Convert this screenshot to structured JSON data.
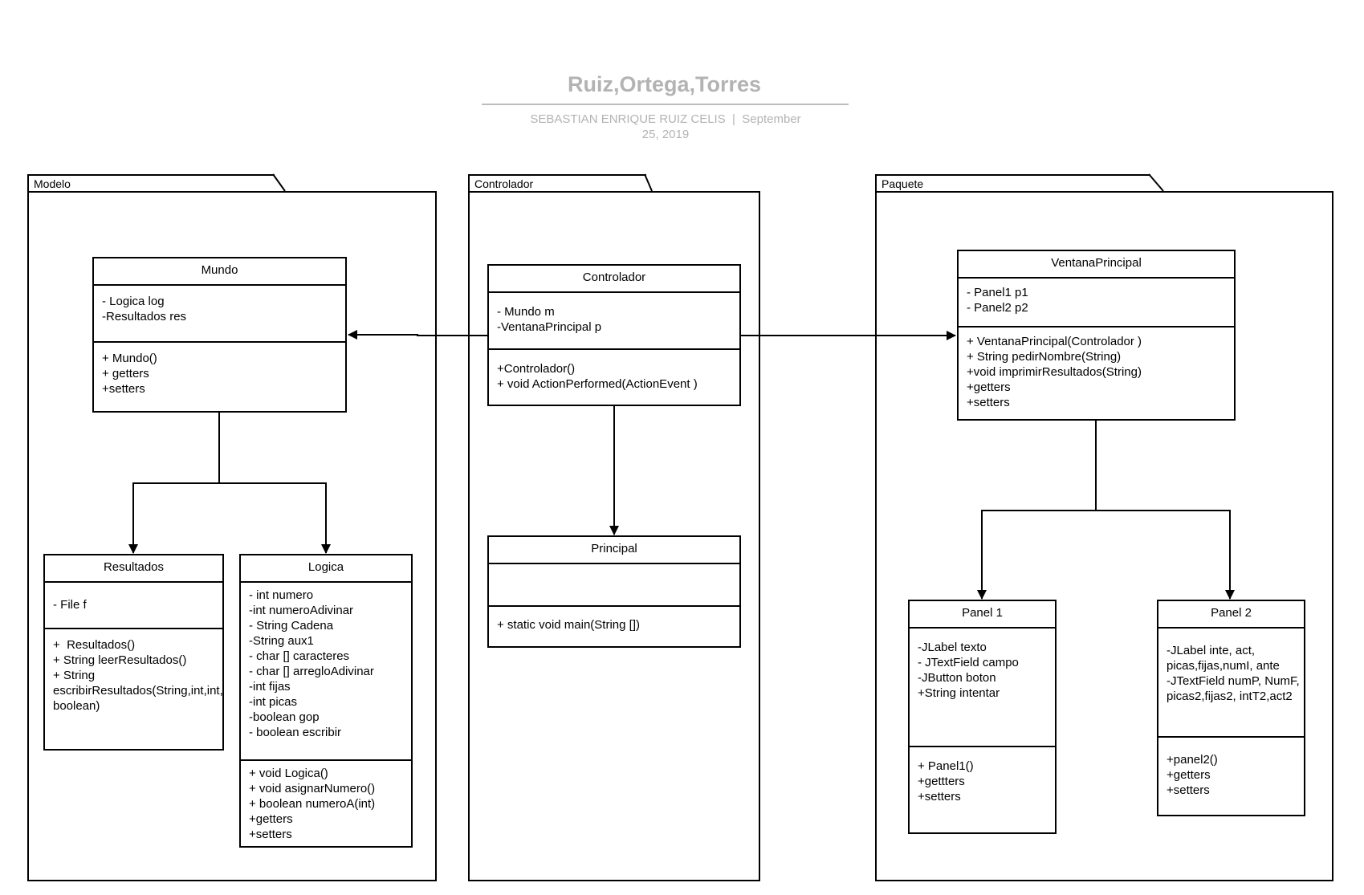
{
  "header": {
    "title": "Ruiz,Ortega,Torres",
    "subtitle_line1": "SEBASTIAN ENRIQUE RUIZ CELIS  |  September",
    "subtitle_line2": "25, 2019"
  },
  "packages": {
    "modelo": "Modelo",
    "controlador": "Controlador",
    "paquete": "Paquete"
  },
  "classes": {
    "mundo": {
      "name": "Mundo",
      "attributes": [
        "- Logica log",
        "-Resultados res"
      ],
      "methods": [
        "+ Mundo()",
        "+ getters",
        "+setters"
      ]
    },
    "resultados": {
      "name": "Resultados",
      "attributes": [
        "- File f"
      ],
      "methods": [
        "+  Resultados()",
        "+ String leerResultados()",
        "+ String escribirResultados(String,int,int, boolean)"
      ]
    },
    "logica": {
      "name": "Logica",
      "attributes": [
        "- int numero",
        "-int numeroAdivinar",
        "- String Cadena",
        "-String aux1",
        "- char [] caracteres",
        "- char [] arregloAdivinar",
        "-int fijas",
        "-int picas",
        "-boolean gop",
        "- boolean escribir"
      ],
      "methods": [
        "+ void Logica()",
        "+ void asignarNumero()",
        "+ boolean numeroA(int)",
        "+getters",
        "+setters"
      ]
    },
    "controlador": {
      "name": "Controlador",
      "attributes": [
        "- Mundo m",
        "-VentanaPrincipal p"
      ],
      "methods": [
        "+Controlador()",
        "+ void ActionPerformed(ActionEvent )"
      ]
    },
    "principal": {
      "name": "Principal",
      "attributes": [],
      "methods": [
        "+ static void main(String [])"
      ]
    },
    "ventana": {
      "name": "VentanaPrincipal",
      "attributes": [
        "- Panel1 p1",
        "- Panel2 p2"
      ],
      "methods": [
        "+ VentanaPrincipal(Controlador )",
        "+ String pedirNombre(String)",
        "+void imprimirResultados(String)",
        "+getters",
        "+setters"
      ]
    },
    "panel1": {
      "name": "Panel 1",
      "attributes": [
        "-JLabel texto",
        "- JTextField campo",
        "-JButton boton",
        "+String intentar"
      ],
      "methods": [
        "+ Panel1()",
        "+gettters",
        "+setters"
      ]
    },
    "panel2": {
      "name": "Panel 2",
      "attributes": [
        "-JLabel inte, act, picas,fijas,numI, ante",
        "-JTextField numP, NumF, picas2,fijas2, intT2,act2"
      ],
      "methods": [
        "+panel2()",
        "+getters",
        "+setters"
      ]
    }
  }
}
